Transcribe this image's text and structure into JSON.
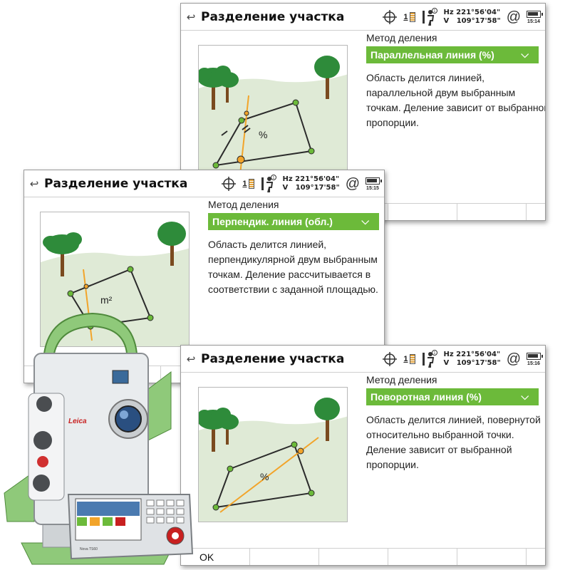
{
  "screens": [
    {
      "title": "Разделение участка",
      "prism_num": "1",
      "angles": "Hz 221°56'04\"\nV   109°17'58\"",
      "time": "15:14",
      "method_label": "Метод деления",
      "method_value": "Параллельная линия (%)",
      "description": "Область делится линией, параллельной двум выбранным точкам. Деление зависит от выбранной пропорции.",
      "diagram_label": "%"
    },
    {
      "title": "Разделение участка",
      "prism_num": "1",
      "angles": "Hz 221°56'04\"\nV   109°17'58\"",
      "time": "15:15",
      "method_label": "Метод деления",
      "method_value": "Перпендик. линия (обл.)",
      "description": "Область делится линией, перпендикулярной двум выбранным точкам. Деление рассчитывается в соответствии с заданной площадью.",
      "diagram_label": "m²"
    },
    {
      "title": "Разделение участка",
      "prism_num": "1",
      "angles": "Hz 221°56'04\"\nV   109°17'58\"",
      "time": "15:16",
      "method_label": "Метод деления",
      "method_value": "Поворотная линия (%)",
      "description": "Область делится линией, повернутой относительно выбранной точки. Деление зависит от выбранной пропорции.",
      "diagram_label": "%",
      "softkey_ok": "OK"
    }
  ],
  "device": {
    "brand": "Leica",
    "model": "Nova TS60"
  },
  "colors": {
    "accent_green": "#6cba3a",
    "tree_green": "#2e8b3a",
    "trunk_brown": "#7a4a1f",
    "line_orange": "#f2a42a",
    "field_green": "#dfead6"
  },
  "icons": [
    "back-arrow-icon",
    "target-icon",
    "prism-icon",
    "person-instrument-icon",
    "at-icon",
    "battery-icon",
    "chevron-down-icon"
  ]
}
